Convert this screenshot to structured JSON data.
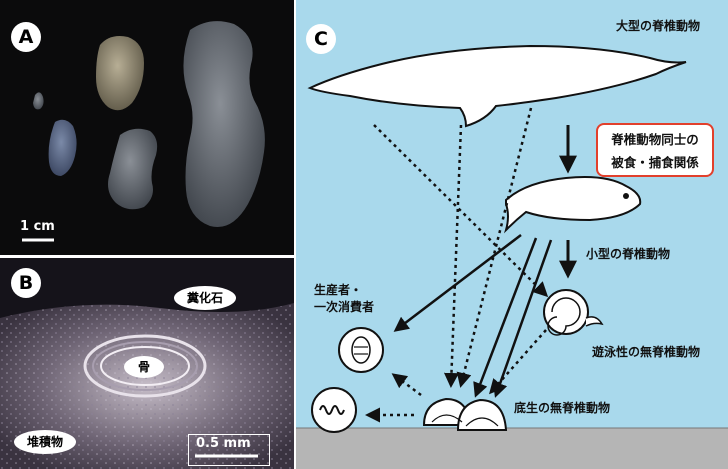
{
  "panel_a": {
    "letter": "A",
    "scale_label": "1 cm"
  },
  "panel_b": {
    "letter": "B",
    "label_coprolite": "糞化石",
    "label_bone": "骨",
    "label_sediment": "堆積物",
    "scale_label": "0.5 mm"
  },
  "panel_c": {
    "letter": "C",
    "large_vertebrate": "大型の脊椎動物",
    "predation_box": [
      "脊椎動物同士の",
      "被食・捕食関係"
    ],
    "small_vertebrate": "小型の脊椎動物",
    "producers": [
      "生産者・",
      "一次消費者"
    ],
    "swimming_invertebrate": "遊泳性の無脊椎動物",
    "benthic_invertebrate": "底生の無脊椎動物"
  },
  "colors": {
    "water": "#a9d9ec",
    "seafloor": "#b5b5b5",
    "box_border": "#e2402c"
  }
}
